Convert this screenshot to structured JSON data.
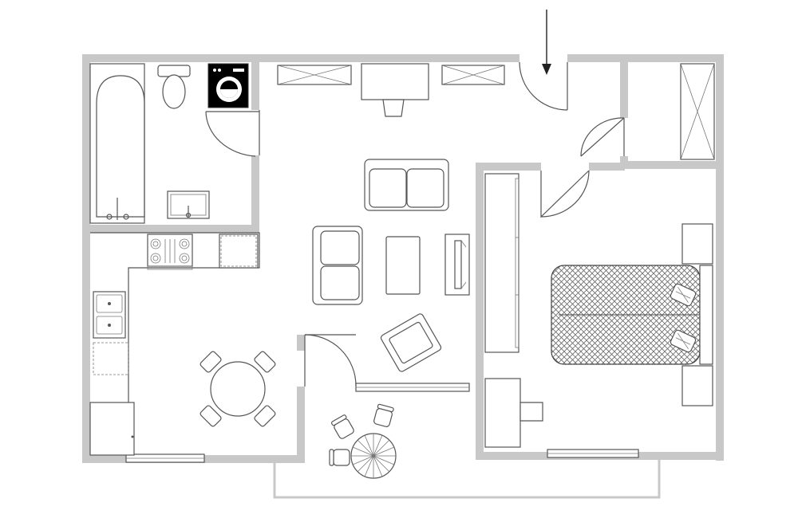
{
  "diagram": {
    "kind": "floor-plan",
    "colors": {
      "wall": "#c8c8c8",
      "line": "#555555",
      "background": "#ffffff",
      "appliance_fill": "#000000"
    },
    "rooms": [
      "bathroom",
      "kitchen",
      "living-room",
      "bedroom",
      "closet",
      "balcony"
    ]
  }
}
